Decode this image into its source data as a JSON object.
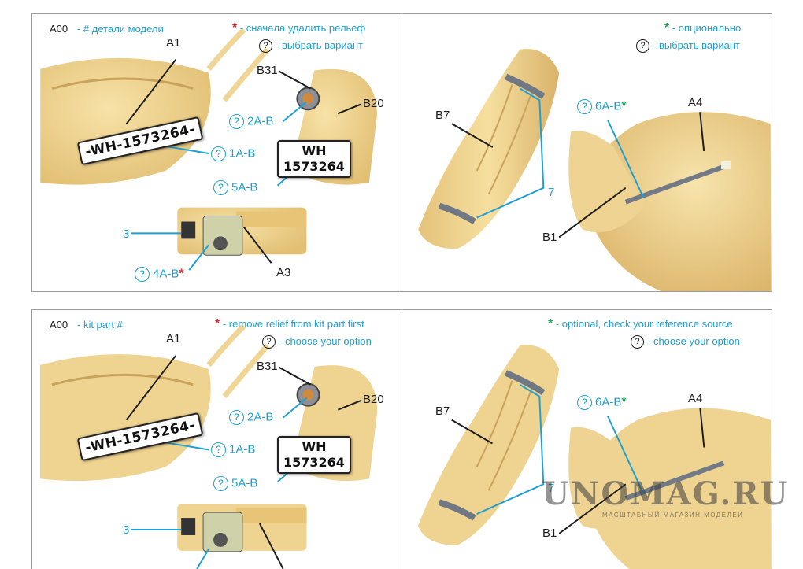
{
  "panels": {
    "tl": {
      "code": "A00",
      "header_left": "- # детали модели",
      "header_red": "- сначала удалить рельеф",
      "header_q": "- выбрать вариант",
      "plate_long": "-WH-1573264-",
      "plate_sq_line1": "WH",
      "plate_sq_line2": "1573264",
      "parts": {
        "a1": "A1",
        "b31": "B31",
        "b20": "B20",
        "a3": "A3"
      },
      "callouts": {
        "c2ab": "2A-B",
        "c1ab": "1A-B",
        "c5ab": "5A-B",
        "c3": "3",
        "c4ab": "4A-B"
      }
    },
    "tr": {
      "header_green": "- опционально",
      "header_q": "- выбрать вариант",
      "parts": {
        "b7": "B7",
        "a4": "A4",
        "b1": "B1"
      },
      "callouts": {
        "c6ab": "6A-B",
        "c7": "7"
      }
    },
    "bl": {
      "code": "A00",
      "header_left": "- kit part #",
      "header_red": "- remove relief from kit part first",
      "header_q": "- choose your option",
      "plate_long": "-WH-1573264-",
      "plate_sq_line1": "WH",
      "plate_sq_line2": "1573264",
      "parts": {
        "a1": "A1",
        "b31": "B31",
        "b20": "B20"
      },
      "callouts": {
        "c2ab": "2A-B",
        "c1ab": "1A-B",
        "c5ab": "5A-B",
        "c3": "3"
      }
    },
    "br": {
      "header_green": "- optional, check your reference source",
      "header_q": "- choose your option",
      "parts": {
        "b7": "B7",
        "a4": "A4",
        "b1": "B1"
      },
      "callouts": {
        "c6ab": "6A-B",
        "c7": "7"
      }
    }
  },
  "symbols": {
    "asterisk": "*",
    "question": "?"
  },
  "watermark": {
    "main": "UNOMAG.RU",
    "sub": "МАСШТАБНЫЙ МАГАЗИН МОДЕЛЕЙ"
  },
  "colors": {
    "resin": "#f2d590",
    "callout": "#1ea0d2",
    "asterisk_red": "#e1262e",
    "asterisk_green": "#25a35a",
    "metal": "#7d8590"
  }
}
